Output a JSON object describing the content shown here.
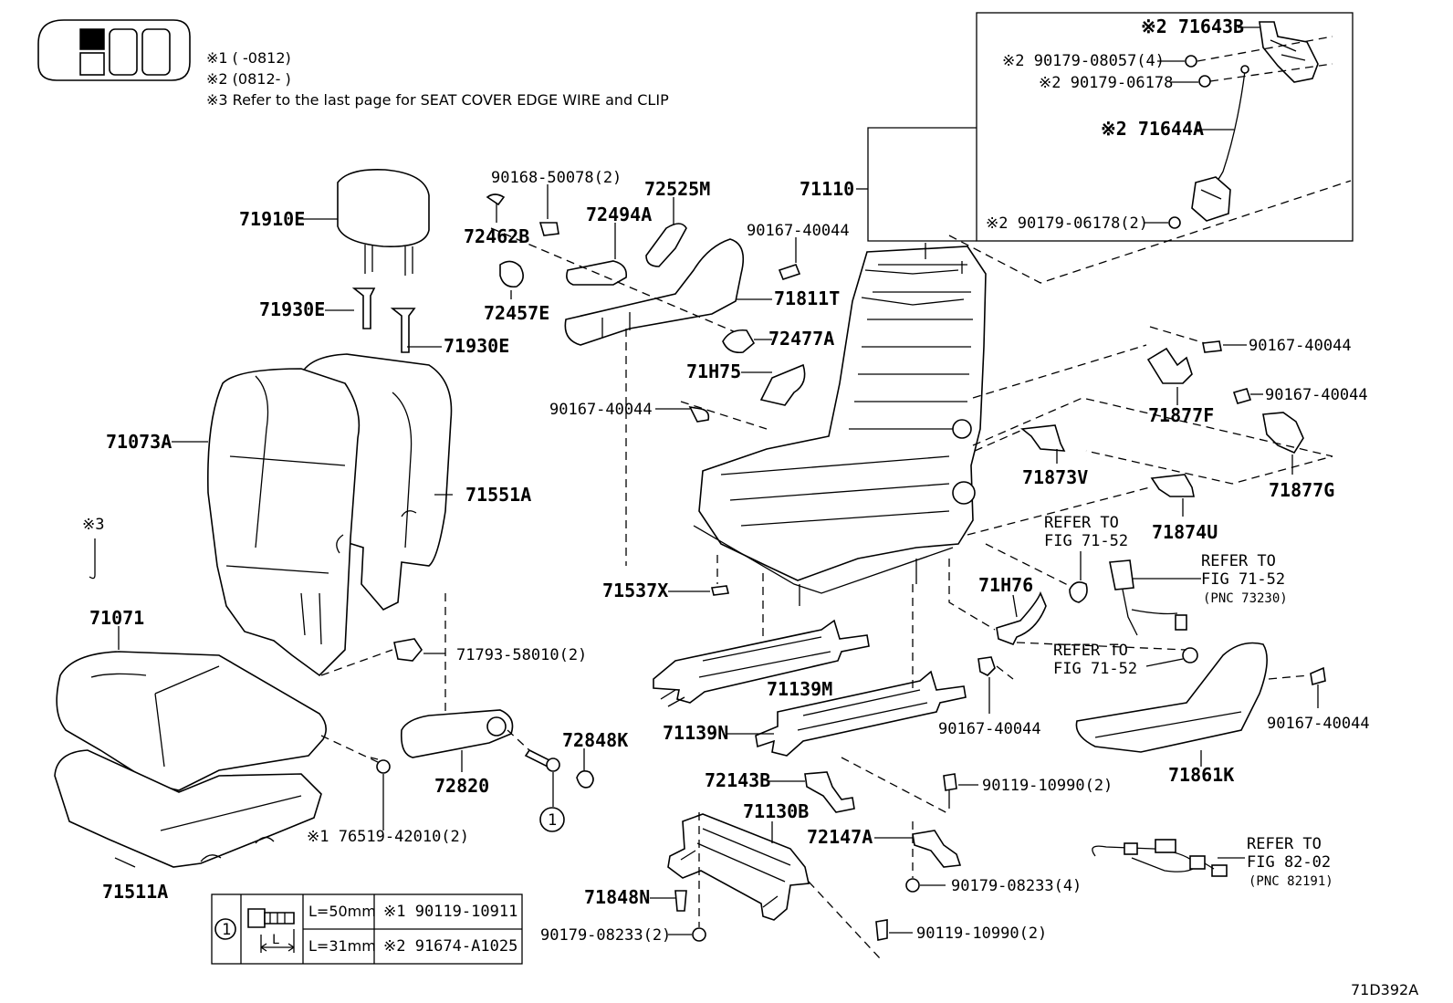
{
  "legend_notes": {
    "n1": "※1 (      -0812)",
    "n2": "※2 (0812-      )",
    "n3": "※3 Refer to the last page for SEAT COVER EDGE WIRE and CLIP"
  },
  "labels": {
    "p71643B": "※2 71643B",
    "p90179_08057": "※2 90179-08057(4)",
    "p90179_06178": "※2 90179-06178",
    "p71644A": "※2 71644A",
    "p90179_06178_2": "※2 90179-06178(2)",
    "p71110": "71110",
    "p90168": "90168-50078(2)",
    "p72525M": "72525M",
    "p72494A": "72494A",
    "p72462B": "72462B",
    "p90167_a": "90167-40044",
    "p72457E": "72457E",
    "p71811T": "71811T",
    "p72477A": "72477A",
    "p71H75": "71H75",
    "p90167_b": "90167-40044",
    "p71910E": "71910E",
    "p71930E_a": "71930E",
    "p71930E_b": "71930E",
    "p71073A": "71073A",
    "p71551A": "71551A",
    "p_ref3": "※3",
    "p71071": "71071",
    "p71793": "71793-58010(2)",
    "p72820": "72820",
    "p72848K": "72848K",
    "p76519": "※1 76519-42010(2)",
    "p71511A": "71511A",
    "p90167_c": "90167-40044",
    "p71877F": "71877F",
    "p90167_d": "90167-40044",
    "p71877G": "71877G",
    "p71873V": "71873V",
    "p71874U": "71874U",
    "p71537X": "71537X",
    "p71H76": "71H76",
    "p71139M": "71139M",
    "p71139N": "71139N",
    "p90167_e": "90167-40044",
    "p71861K": "71861K",
    "p90167_f": "90167-40044",
    "p72143B": "72143B",
    "p90119_a": "90119-10990(2)",
    "p71130B": "71130B",
    "p72147A": "72147A",
    "p71848N": "71848N",
    "p90179_08233_a": "90179-08233(4)",
    "p90179_08233_b": "90179-08233(2)",
    "p90119_b": "90119-10990(2)",
    "circle_ref": "1",
    "drawing_id": "71D392A"
  },
  "refs": {
    "r1a": "REFER TO",
    "r1b": "FIG 71-52",
    "r2a": "REFER TO",
    "r2b": "FIG 71-52",
    "r2c": "(PNC 73230)",
    "r3a": "REFER TO",
    "r3b": "FIG 71-52",
    "r4a": "REFER TO",
    "r4b": "FIG 82-02",
    "r4c": "(PNC 82191)"
  },
  "bolt_table": {
    "index": "1",
    "dim_label": "L",
    "row1_len": "L=50mm",
    "row1_part": "※1 90119-10911",
    "row2_len": "L=31mm",
    "row2_part": "※2 91674-A1025"
  },
  "icons": [
    "seat-layout-icon",
    "bolt-icon"
  ]
}
